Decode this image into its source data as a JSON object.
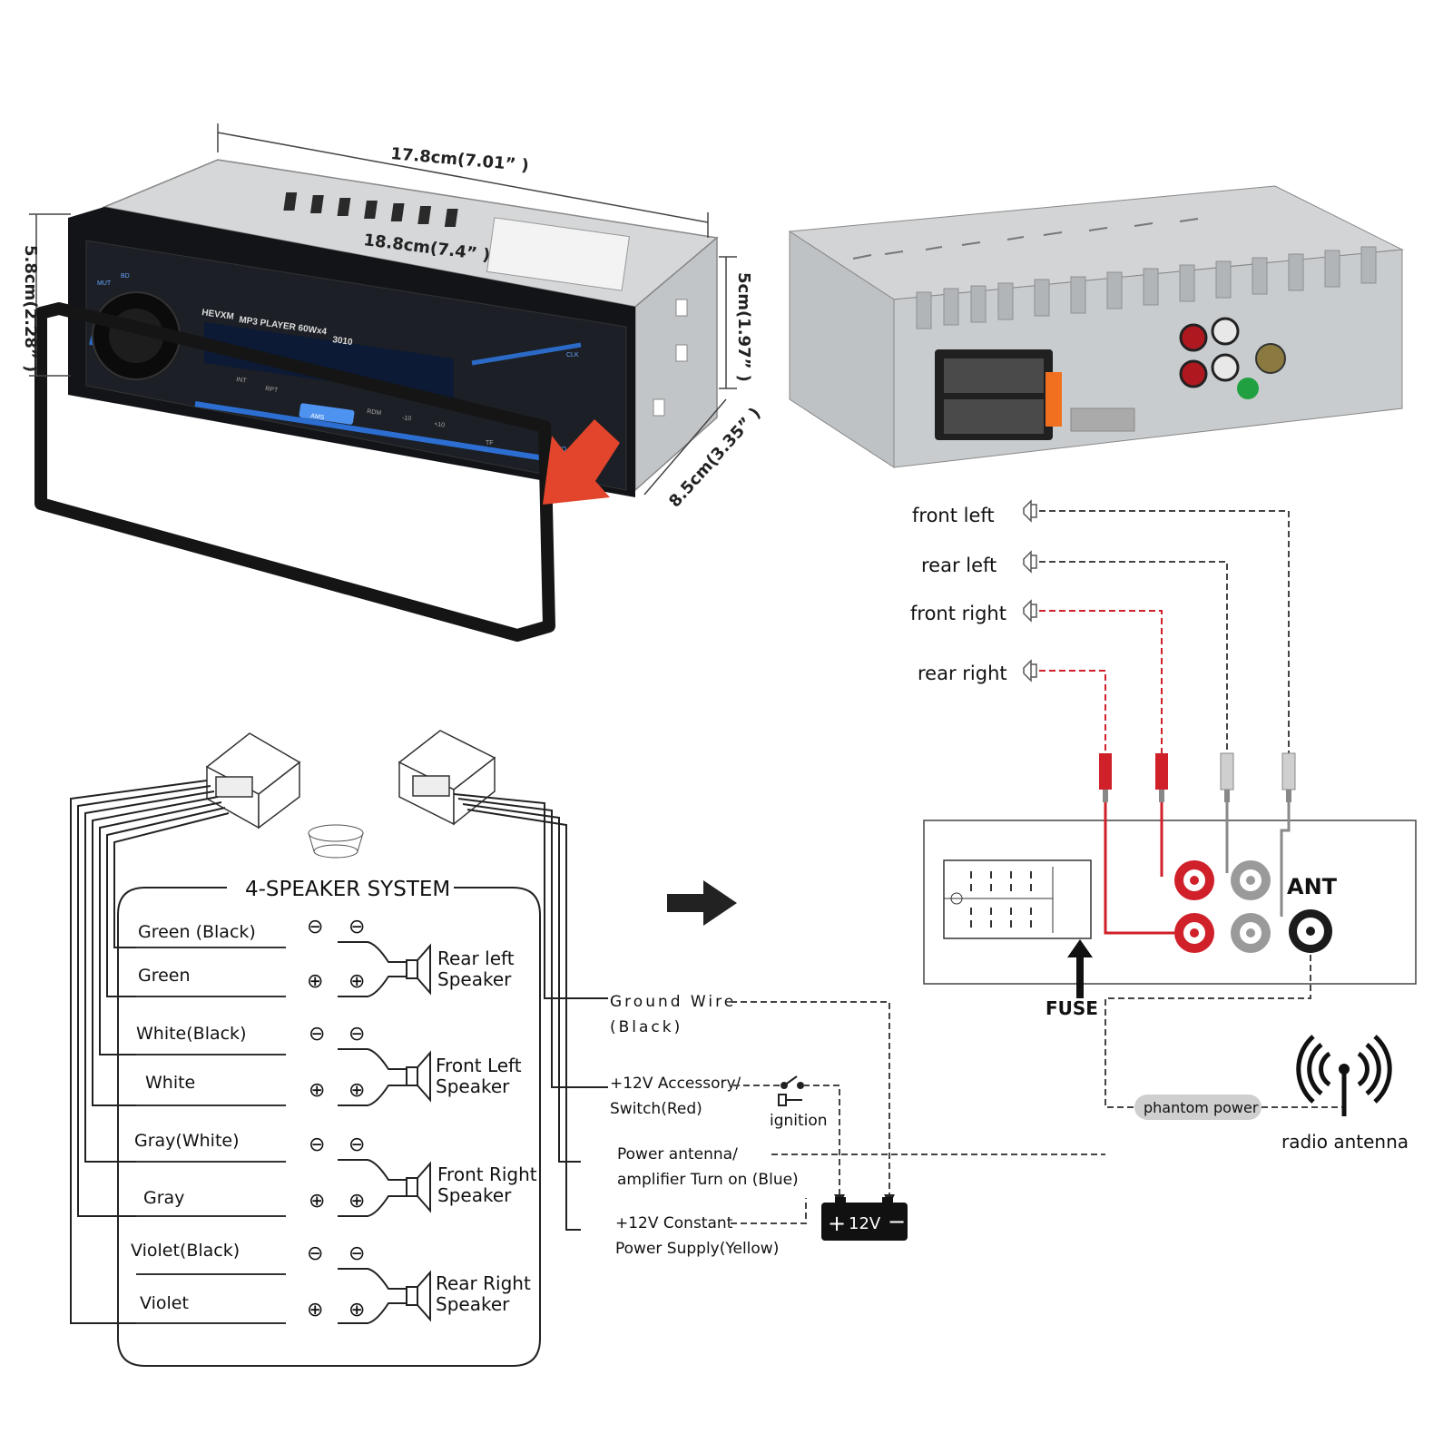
{
  "dimensions": {
    "width_top": "17.8cm(7.01” )",
    "width_front": "18.8cm(7.4” )",
    "height_left": "5.8cm(2.28” )",
    "height_right": "5cm(1.97” )",
    "depth": "8.5cm(3.35” )"
  },
  "front_panel": {
    "brand": "HEVXM",
    "model_text": "MP3 PLAYER 60Wx4",
    "model_number": "3010",
    "buttons": [
      "MUT",
      "INT",
      "RPT",
      "AMS",
      "RDM",
      "-10",
      "+10",
      "TF",
      "EQ",
      "CLK",
      "BD"
    ]
  },
  "rca_outputs": {
    "speakers": [
      "front left",
      "rear left",
      "front right",
      "rear right"
    ],
    "ant_label": "ANT",
    "fuse_label": "FUSE",
    "phantom_label": "phantom power",
    "antenna_label": "radio antenna"
  },
  "speaker_system": {
    "title": "4-SPEAKER SYSTEM",
    "wires": [
      "Green (Black)",
      "Green",
      "White(Black)",
      "White",
      "Gray(White)",
      "Gray",
      "Violet(Black)",
      "Violet"
    ],
    "speakers": [
      {
        "line1": "Rear left",
        "line2": "Speaker"
      },
      {
        "line1": "Front Left",
        "line2": "Speaker"
      },
      {
        "line1": "Front Right",
        "line2": "Speaker"
      },
      {
        "line1": "Rear Right",
        "line2": "Speaker"
      }
    ],
    "minus": "⊖",
    "plus": "⊕"
  },
  "power_wiring": {
    "ground": {
      "line1": "Ground Wire",
      "line2": "(Black)"
    },
    "acc": {
      "line1": "+12V Accessory/",
      "line2": "Switch(Red)"
    },
    "ignition": "ignition",
    "remote": {
      "line1": "Power antenna/",
      "line2": "amplifier Turn on (Blue)"
    },
    "constant": {
      "line1": "+12V Constant",
      "line2": "Power Supply(Yellow)"
    },
    "battery": "12V"
  },
  "colors": {
    "red_wire": "#d0202a",
    "blue_glow": "#2f7df0",
    "arrow": "#e2452b",
    "gray_rca": "#9a9a9a"
  }
}
